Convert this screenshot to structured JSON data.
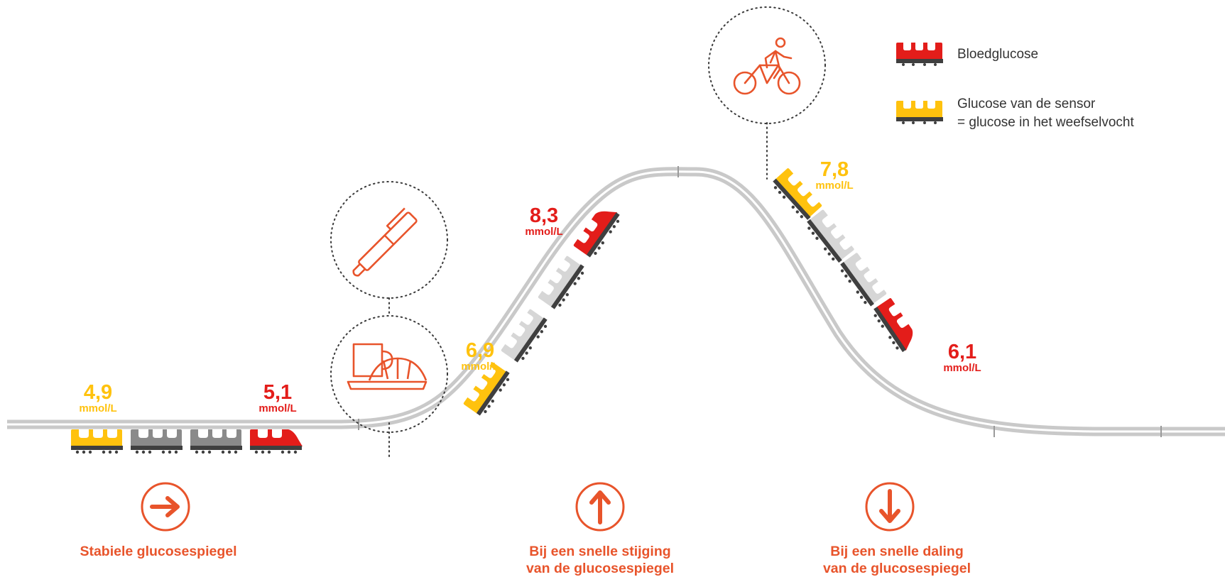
{
  "colors": {
    "bloodglucose": "#e31d1a",
    "sensor": "#ffc20e",
    "accent": "#e8542b",
    "wagon_dark": "#8a8a8a",
    "wagon_light": "#d6d6d6",
    "track": "#c9c9c9",
    "text": "#333333"
  },
  "legend": {
    "blood_label": "Bloedglucose",
    "sensor_line1": "Glucose van de sensor",
    "sensor_line2": "= glucose in het weefselvocht"
  },
  "readings": {
    "stable_sensor": {
      "value": "4,9",
      "unit": "mmol/L"
    },
    "stable_blood": {
      "value": "5,1",
      "unit": "mmol/L"
    },
    "rise_sensor": {
      "value": "6,9",
      "unit": "mmol/L"
    },
    "rise_blood": {
      "value": "8,3",
      "unit": "mmol/L"
    },
    "fall_sensor": {
      "value": "7,8",
      "unit": "mmol/L"
    },
    "fall_blood": {
      "value": "6,1",
      "unit": "mmol/L"
    }
  },
  "captions": {
    "stable": "Stabiele glucosespiegel",
    "rise_line1": "Bij een snelle stijging",
    "rise_line2": "van de glucosespiegel",
    "fall_line1": "Bij een snelle daling",
    "fall_line2": "van de glucosespiegel"
  },
  "icons": {
    "insulin_pen": "insulin-pen-icon",
    "meal": "breakfast-icon",
    "exercise": "cyclist-icon",
    "stable": "arrow-right-icon",
    "rise": "arrow-up-icon",
    "fall": "arrow-down-icon"
  }
}
